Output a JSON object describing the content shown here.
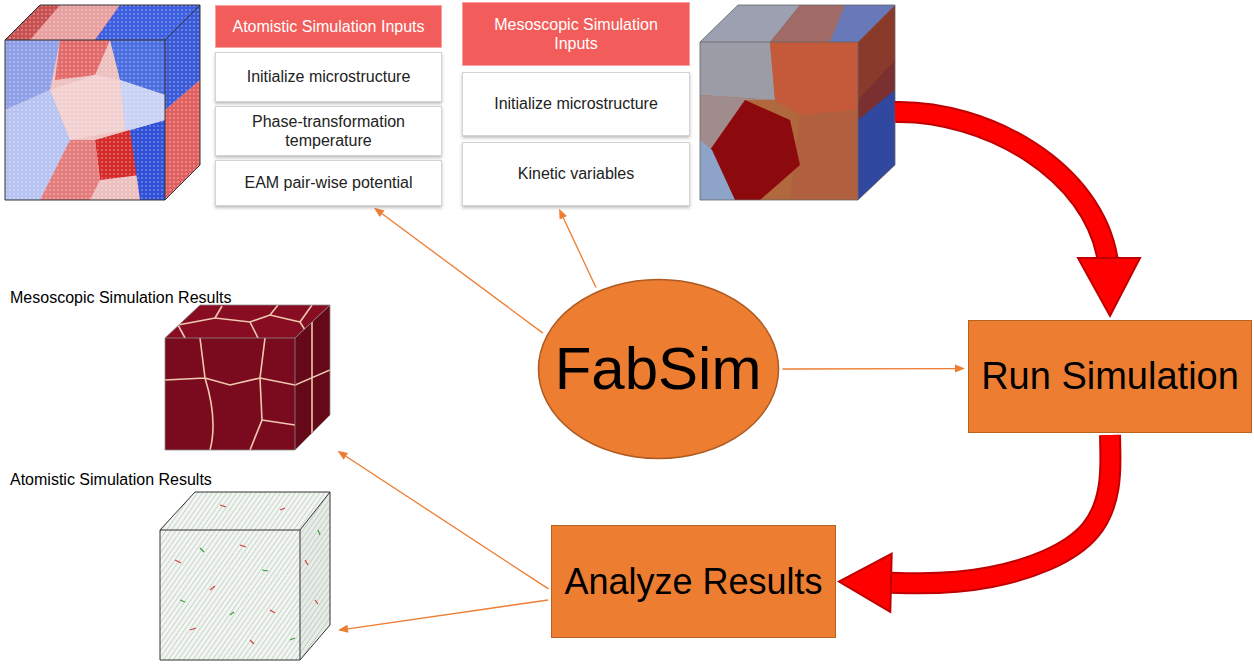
{
  "diagram": {
    "nodes": [
      {
        "text": [
          "Atomistic Simulation Inputs"
        ]
      },
      {
        "text": [
          "Initialize microstructure"
        ]
      },
      {
        "text": [
          "Phase-transformation temperature"
        ]
      },
      {
        "text": [
          "EAM pair-wise potential"
        ]
      },
      {
        "text": [
          "Mesoscopic Simulation Inputs"
        ]
      },
      {
        "text": [
          "Initialize microstructure"
        ]
      },
      {
        "text": [
          "Kinetic variables"
        ]
      },
      {
        "text": [
          "Mesoscopic Simulation Results"
        ]
      },
      {
        "text": [
          "FabSim"
        ]
      },
      {
        "text": [
          "Run Simulation"
        ]
      },
      {
        "text": [
          "Atomistic Simulation Results"
        ]
      },
      {
        "text": [
          "Analyze Results"
        ]
      }
    ],
    "edges": [
      {
        "from": 8,
        "to": 3,
        "arrow": "to"
      },
      {
        "from": 8,
        "to": 6,
        "arrow": "to"
      },
      {
        "from": 8,
        "to": 9,
        "arrow": "to"
      },
      {
        "from": 9,
        "to": 11,
        "arrow": "to"
      },
      {
        "from": 11,
        "to": 7,
        "arrow": "to"
      },
      {
        "from": 11,
        "to": 10,
        "arrow": "to"
      }
    ]
  }
}
